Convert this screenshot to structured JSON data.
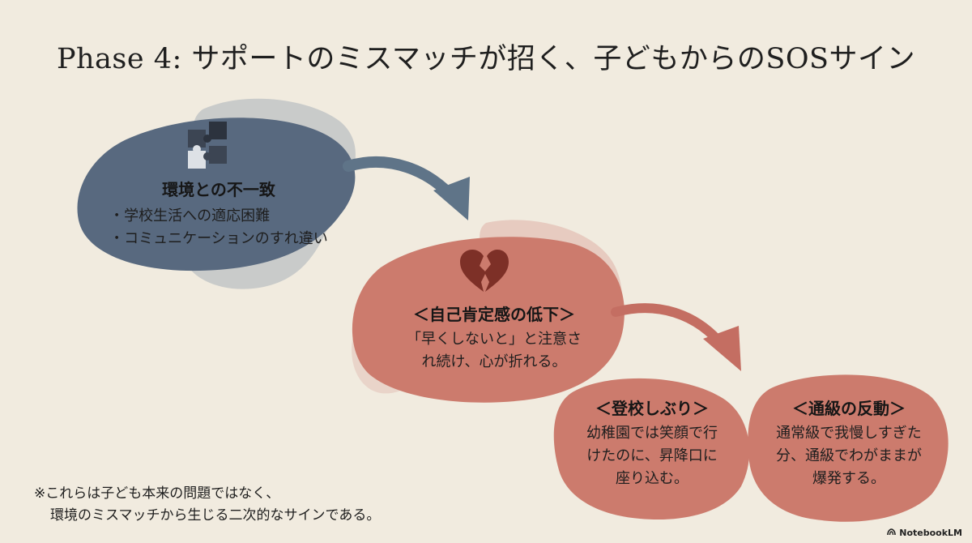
{
  "title": "Phase 4: サポートのミスマッチが招く、子どもからのSOSサイン",
  "icons": {
    "environment": "puzzle-icon",
    "self_esteem": "broken-heart-icon"
  },
  "colors": {
    "blue_blob": "#58697f",
    "red_blob": "#cc7b6d",
    "arrow": "#5f7488",
    "arrow_red": "#c46e62",
    "background": "#f1ebdf"
  },
  "nodes": {
    "environment": {
      "heading": "環境との不一致",
      "bullets": [
        "学校生活への適応困難",
        "コミュニケーションのすれ違い"
      ]
    },
    "self_esteem": {
      "heading": "＜自己肯定感の低下＞",
      "lines": [
        "「早くしないと」と注意さ",
        "れ続け、心が折れる。"
      ]
    },
    "school_refusal": {
      "heading": "＜登校しぶり＞",
      "lines": [
        "幼稚園では笑顔で行",
        "けたのに、昇降口に",
        "座り込む。"
      ]
    },
    "class_rebound": {
      "heading": "＜通級の反動＞",
      "lines": [
        "通常級で我慢しすぎた",
        "分、通級でわがままが",
        "爆発する。"
      ]
    }
  },
  "note": {
    "line1": "※これらは子ども本来の問題ではなく、",
    "line2": "環境のミスマッチから生じる二次的なサインである。"
  },
  "brand": "NotebookLM"
}
